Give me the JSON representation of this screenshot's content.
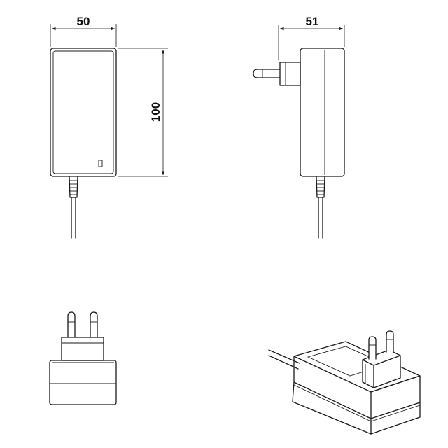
{
  "dimensions": {
    "front_width": "50",
    "front_height": "100",
    "side_depth": "51"
  },
  "colors": {
    "line": "#1a1a1a",
    "background": "#ffffff"
  }
}
